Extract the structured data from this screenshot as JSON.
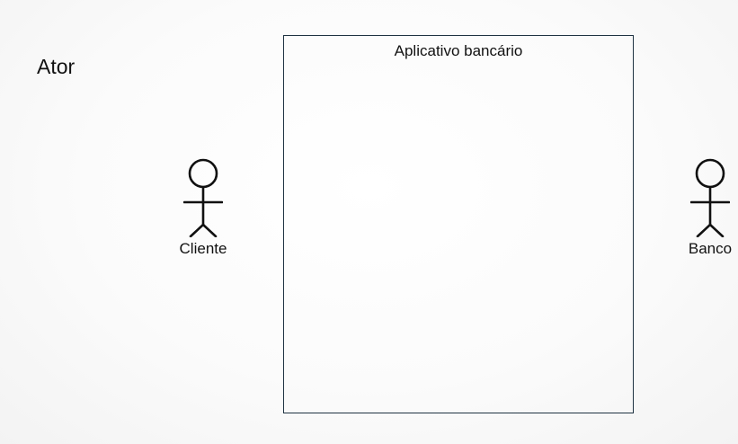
{
  "heading": "Ator",
  "system": {
    "title": "Aplicativo bancário",
    "border_color": "#1f3342"
  },
  "actors": [
    {
      "label": "Cliente",
      "icon": "stick-figure-actor-icon"
    },
    {
      "label": "Banco",
      "icon": "stick-figure-actor-icon"
    }
  ]
}
